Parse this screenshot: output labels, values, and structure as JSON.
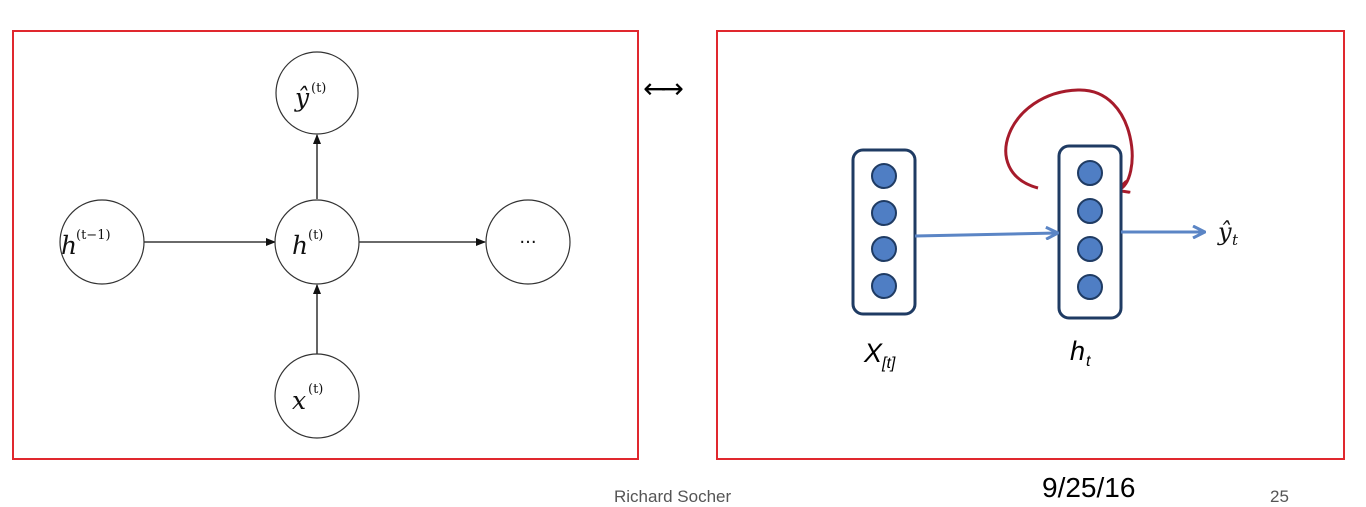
{
  "left_diagram": {
    "nodes": {
      "y_hat": {
        "base": "ŷ",
        "sup": "(t)"
      },
      "h_prev": {
        "base": "h",
        "sup": "(t−1)"
      },
      "h_t": {
        "base": "h",
        "sup": "(t)"
      },
      "next": {
        "text": "···"
      },
      "x_t": {
        "base": "x",
        "sup": "(t)"
      }
    }
  },
  "equivalence_arrow": "←→",
  "right_diagram": {
    "input_label": {
      "base": "X",
      "sub": "[t]"
    },
    "hidden_label": {
      "base": "h",
      "sub": "t"
    },
    "output_label": {
      "base": "ŷ",
      "sub": "t"
    },
    "colors": {
      "vector_fill": "#4f7ec4",
      "vector_border": "#1f3b63",
      "arrow": "#5b85c5",
      "recurrence": "#a61b2b"
    }
  },
  "footer": {
    "author": "Richard Socher",
    "date": "9/25/16",
    "page": "25"
  },
  "frame_color": "#e0282e"
}
